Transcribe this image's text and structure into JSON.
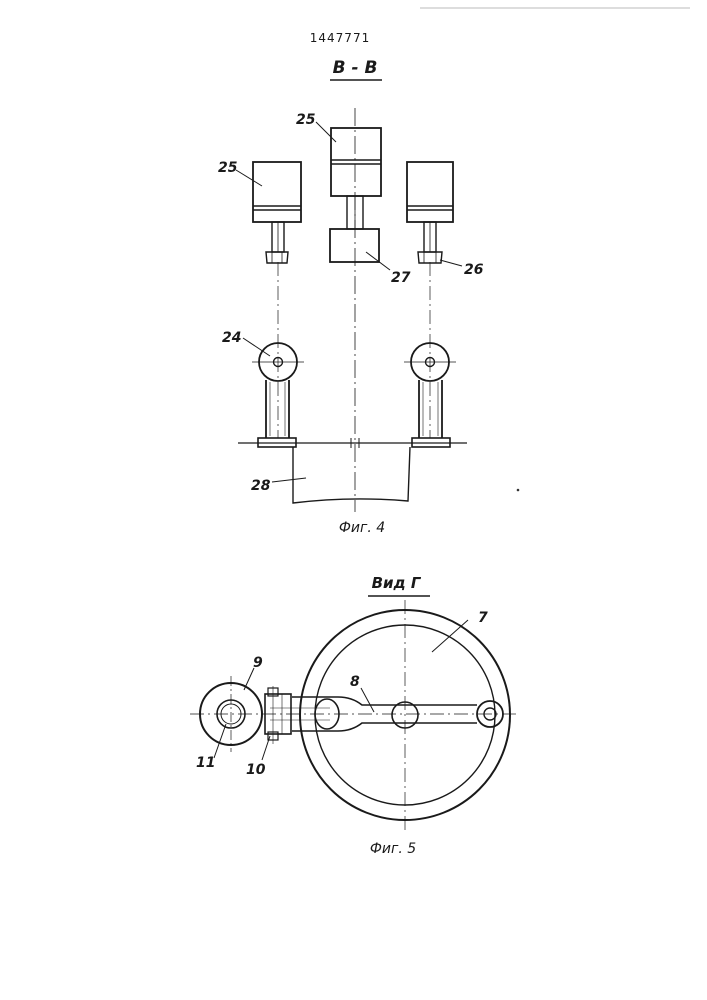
{
  "patent_number": "1447771",
  "figure4": {
    "section_label": "В - В",
    "caption": "Фиг. 4",
    "labels": {
      "cyl_left": "25",
      "cyl_center": "25",
      "rod_end_right": "26",
      "weight_block": "27",
      "roller": "24",
      "frame": "28"
    }
  },
  "figure5": {
    "view_label": "Вид Г",
    "caption": "Фиг. 5",
    "labels": {
      "wheel": "7",
      "lever": "8",
      "ring": "9",
      "fork": "10",
      "pin": "11"
    }
  }
}
